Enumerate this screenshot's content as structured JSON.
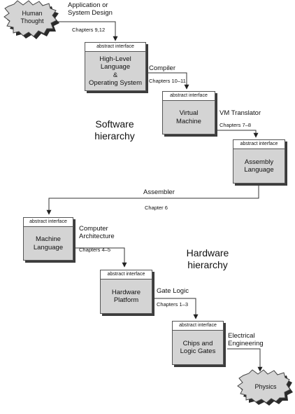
{
  "clouds": {
    "human": {
      "line1": "Human",
      "line2": "Thought"
    },
    "physics": {
      "label": "Physics"
    }
  },
  "hierarchy_labels": {
    "software": {
      "line1": "Software",
      "line2": "hierarchy"
    },
    "hardware": {
      "line1": "Hardware",
      "line2": "hierarchy"
    }
  },
  "boxes": {
    "hll": {
      "header": "abstract interface",
      "line1": "High-Level",
      "line2": "Language",
      "line3": "&",
      "line4": "Operating System"
    },
    "vm": {
      "header": "abstract interface",
      "line1": "Virtual",
      "line2": "Machine"
    },
    "asm": {
      "header": "abstract interface",
      "line1": "Assembly",
      "line2": "Language"
    },
    "ml": {
      "header": "abstract interface",
      "line1": "Machine",
      "line2": "Language"
    },
    "hw": {
      "header": "abstract interface",
      "line1": "Hardware",
      "line2": "Platform"
    },
    "chips": {
      "header": "abstract interface",
      "line1": "Chips and",
      "line2": "Logic Gates"
    }
  },
  "transitions": {
    "app_design": {
      "line1": "Application or",
      "line2": "System Design",
      "chapters": "Chapters 9,12"
    },
    "compiler": {
      "label": "Compiler",
      "chapters": "Chapters 10–11"
    },
    "vm_translator": {
      "label": "VM Translator",
      "chapters": "Chapters 7–8"
    },
    "assembler": {
      "label": "Assembler",
      "chapters": "Chapter 6"
    },
    "computer_arch": {
      "line1": "Computer",
      "line2": "Architecture",
      "chapters": "Chapters 4–5"
    },
    "gate_logic": {
      "label": "Gate Logic",
      "chapters": "Chapters 1–3"
    },
    "electrical": {
      "line1": "Electrical",
      "line2": "Engineering"
    }
  }
}
